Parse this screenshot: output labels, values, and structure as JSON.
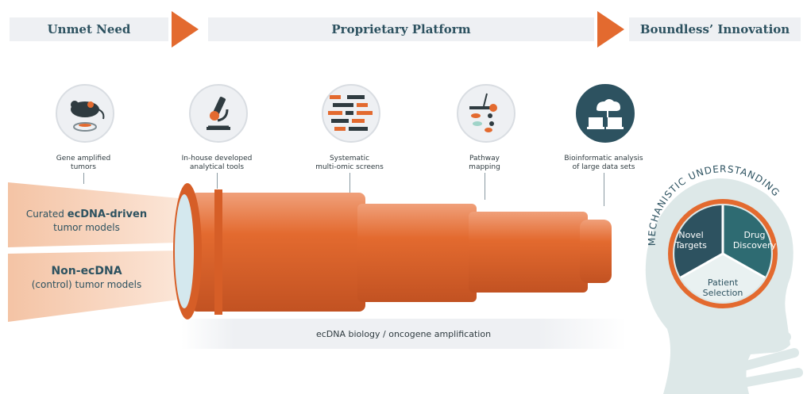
{
  "header": {
    "unmet_need": "Unmet Need",
    "platform": "Proprietary Platform",
    "innovation": "Boundless’ Innovation"
  },
  "steps": [
    {
      "label": "Gene amplified\ntumors",
      "icon": "mouse-icon"
    },
    {
      "label": "In-house developed\nanalytical tools",
      "icon": "microscope-icon"
    },
    {
      "label": "Systematic\nmulti-omic screens",
      "icon": "screen-grid-icon"
    },
    {
      "label": "Pathway\nmapping",
      "icon": "pathway-icon"
    },
    {
      "label": "Bioinformatic analysis\nof large data sets",
      "icon": "cloud-computing-icon"
    }
  ],
  "left_models": {
    "curated_prefix": "Curated ",
    "curated_bold": "ecDNA-driven",
    "curated_suffix": "tumor models",
    "non_bold": "Non-ecDNA",
    "non_suffix": "(control) tumor models"
  },
  "bottom_band": "ecDNA biology / oncogene amplification",
  "mechanistic": {
    "arc_text": "MECHANISTIC UNDERSTANDING",
    "wedges": [
      "Novel\nTargets",
      "Drug\nDiscovery",
      "Patient\nSelection"
    ]
  },
  "colors": {
    "accent_orange": "#e36a2f",
    "teal_dark": "#2d5260",
    "teal_mid": "#2e6b72",
    "head_light": "#dde8e8"
  }
}
